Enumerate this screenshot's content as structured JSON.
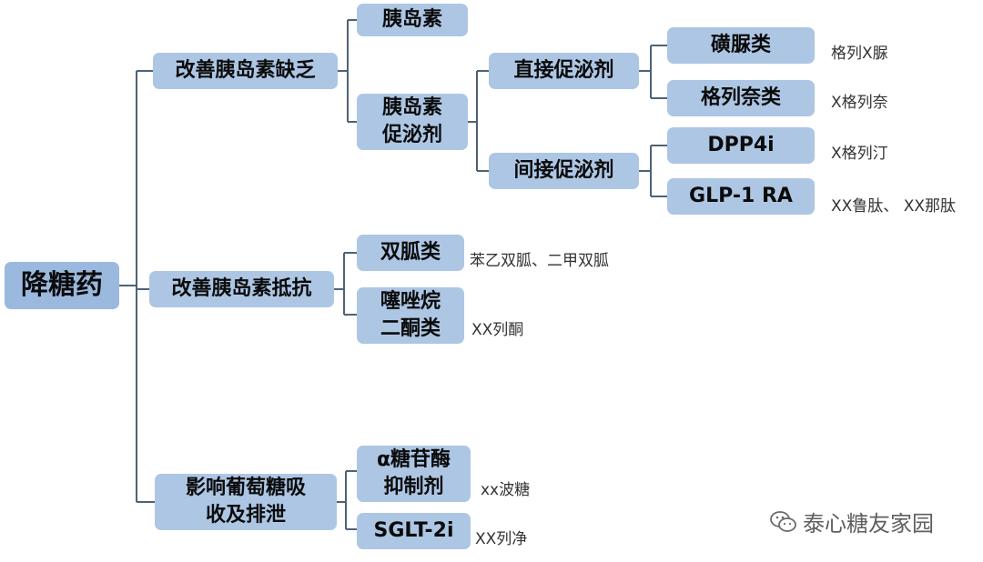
{
  "root": "降糖药",
  "branches": {
    "b1": "改善胰岛素缺乏",
    "b2": "改善胰岛素抵抗",
    "b3": "影响葡萄糖吸\n收及排泄"
  },
  "b1_children": {
    "insulin": "胰岛素",
    "secretagogue": "胰岛素\n促泌剂"
  },
  "secretagogue_children": {
    "direct": "直接促泌剂",
    "indirect": "间接促泌剂"
  },
  "leaves": {
    "su": "磺脲类",
    "glinide": "格列奈类",
    "dpp4": "DPP4i",
    "glp1": "GLP-1 RA",
    "biguanide": "双胍类",
    "tzd": "噻唑烷\n二酮类",
    "agi": "α糖苷酶\n抑制剂",
    "sglt2": "SGLT-2i"
  },
  "notes": {
    "su": "格列X脲",
    "glinide": "X格列奈",
    "dpp4": "X格列汀",
    "glp1": "XX鲁肽、 XX那肽",
    "biguanide": "苯乙双胍、二甲双胍",
    "tzd": "XX列酮",
    "agi": "xx波糖",
    "sglt2": "XX列净"
  },
  "watermark": "泰心糖友家园",
  "colors": {
    "node": "#adc6e4",
    "line": "#4f6274"
  }
}
